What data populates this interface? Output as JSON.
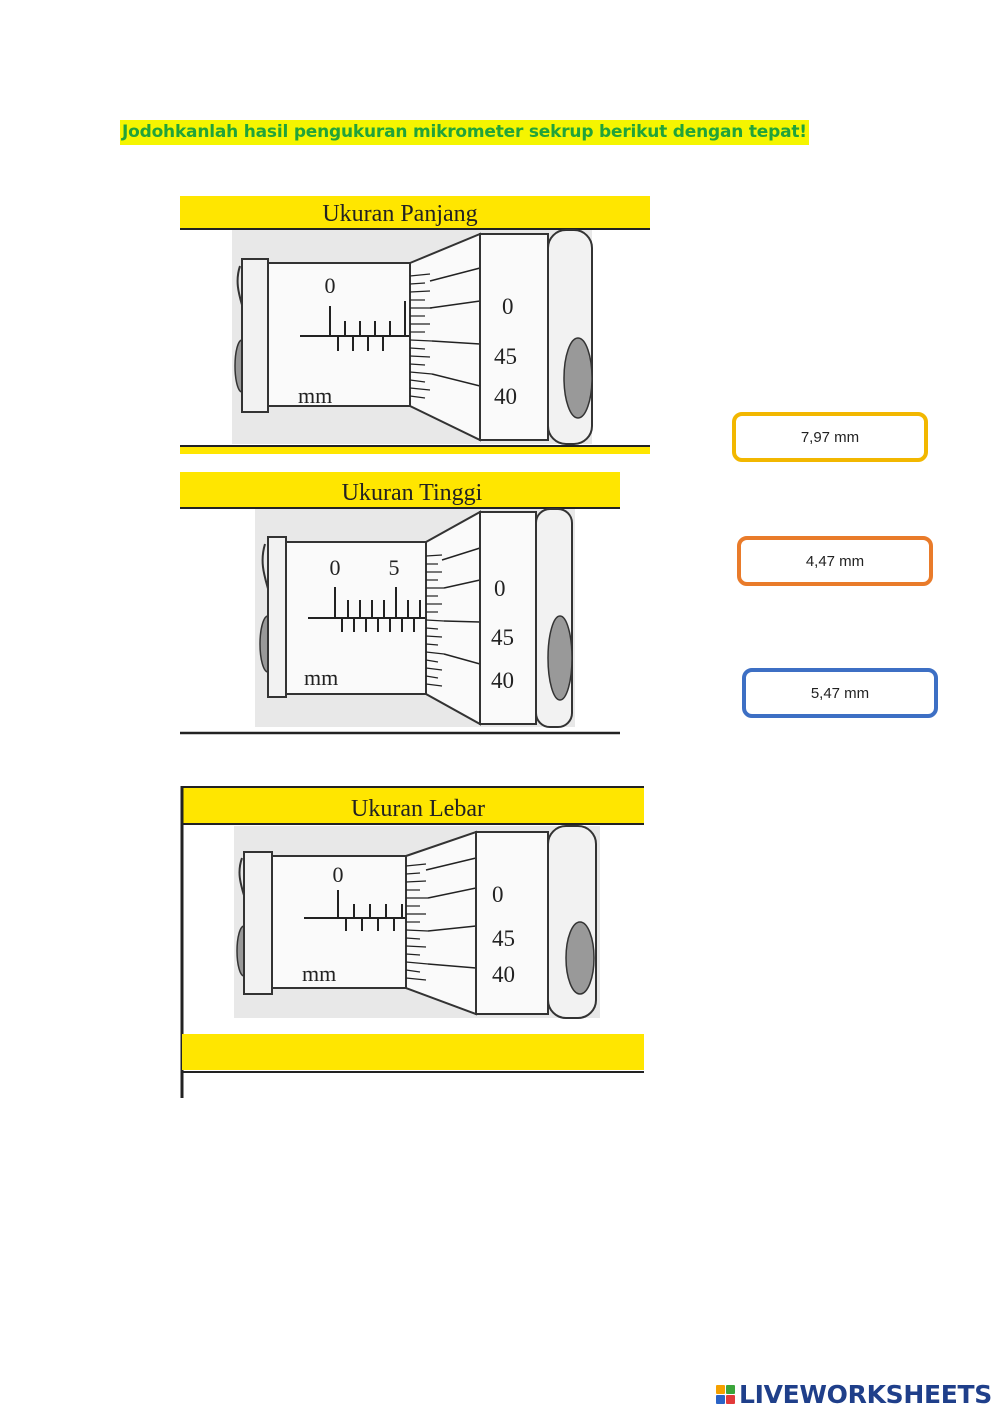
{
  "instruction": "Jodohkanlah hasil pengukuran mikrometer sekrup berikut dengan tepat!",
  "panels": [
    {
      "title": "Ukuran Panjang",
      "sleeve_labels": [
        "0"
      ],
      "thimble_labels": [
        "0",
        "45",
        "40"
      ],
      "unit": "mm"
    },
    {
      "title": "Ukuran  Tinggi",
      "sleeve_labels": [
        "0",
        "5"
      ],
      "thimble_labels": [
        "0",
        "45",
        "40"
      ],
      "unit": "mm"
    },
    {
      "title": "Ukuran  Lebar",
      "sleeve_labels": [
        "0"
      ],
      "thimble_labels": [
        "0",
        "45",
        "40"
      ],
      "unit": "mm"
    }
  ],
  "answers": [
    {
      "label": "7,97 mm",
      "color": "#f2b700"
    },
    {
      "label": "4,47 mm",
      "color": "#e97b2a"
    },
    {
      "label": "5,47 mm",
      "color": "#3d6fc4"
    }
  ],
  "footer": {
    "brand": "LIVEWORKSHEETS",
    "logo_letters": [
      "L",
      "I",
      "V",
      "E"
    ]
  },
  "colors": {
    "highlight": "#f5f500",
    "instruction_text": "#21a33a",
    "title_band": "#ffe600"
  }
}
